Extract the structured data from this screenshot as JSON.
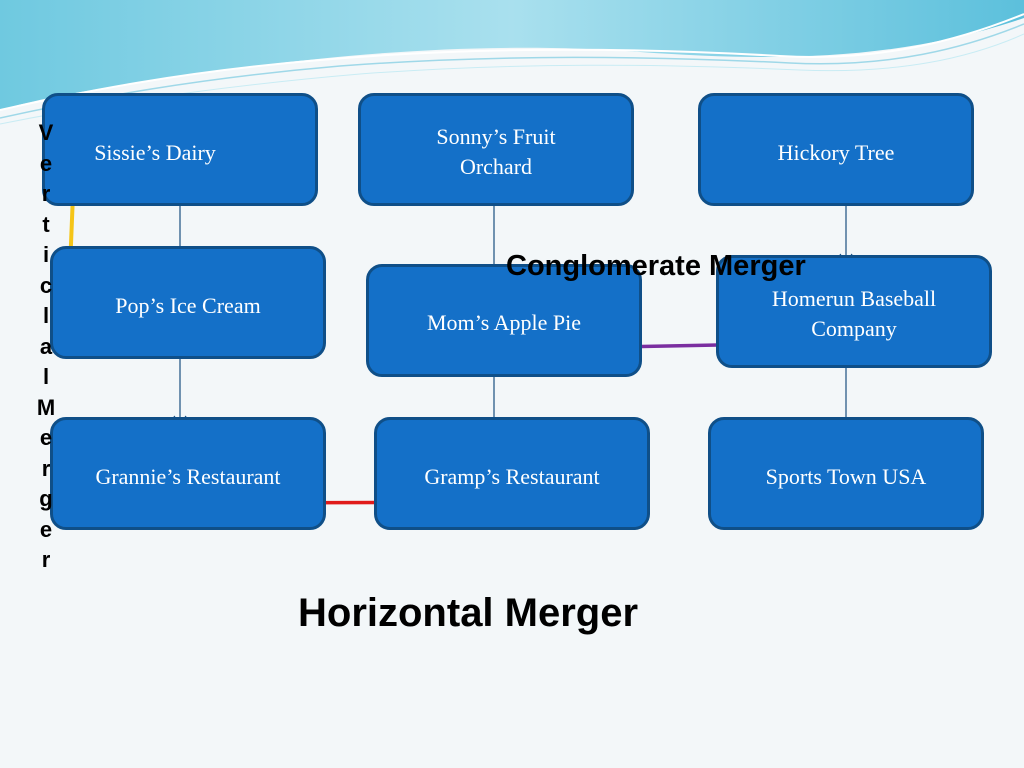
{
  "boxes": {
    "sissies_dairy": "Sissie’s Dairy",
    "sonnys_fruit_orchard": "Sonny’s Fruit Orchard",
    "hickory_tree": "Hickory Tree",
    "pops_ice_cream": "Pop’s Ice Cream",
    "moms_apple_pie": "Mom’s Apple Pie",
    "homerun_baseball_company": "Homerun Baseball Company",
    "grannies_restaurant": "Grannie’s Restaurant",
    "gramps_restaurant": "Gramp’s Restaurant",
    "sports_town_usa": "Sports Town USA"
  },
  "labels": {
    "vertical_merger_letters": [
      "V",
      "e",
      "r",
      "t",
      "i",
      "c",
      "l",
      "a",
      "l",
      "M",
      "e",
      "r",
      "g",
      "e",
      "r"
    ],
    "conglomerate_merger": "Conglomerate Merger",
    "horizontal_merger": "Horizontal Merger"
  },
  "colors": {
    "box_fill": "#1470c8",
    "box_border": "#0f4f88",
    "vertical_arrow": "#f5c518",
    "horizontal_arrow": "#e01b1b",
    "conglomerate_arrow": "#7a2ea0",
    "connector": "#0d3d6b"
  }
}
